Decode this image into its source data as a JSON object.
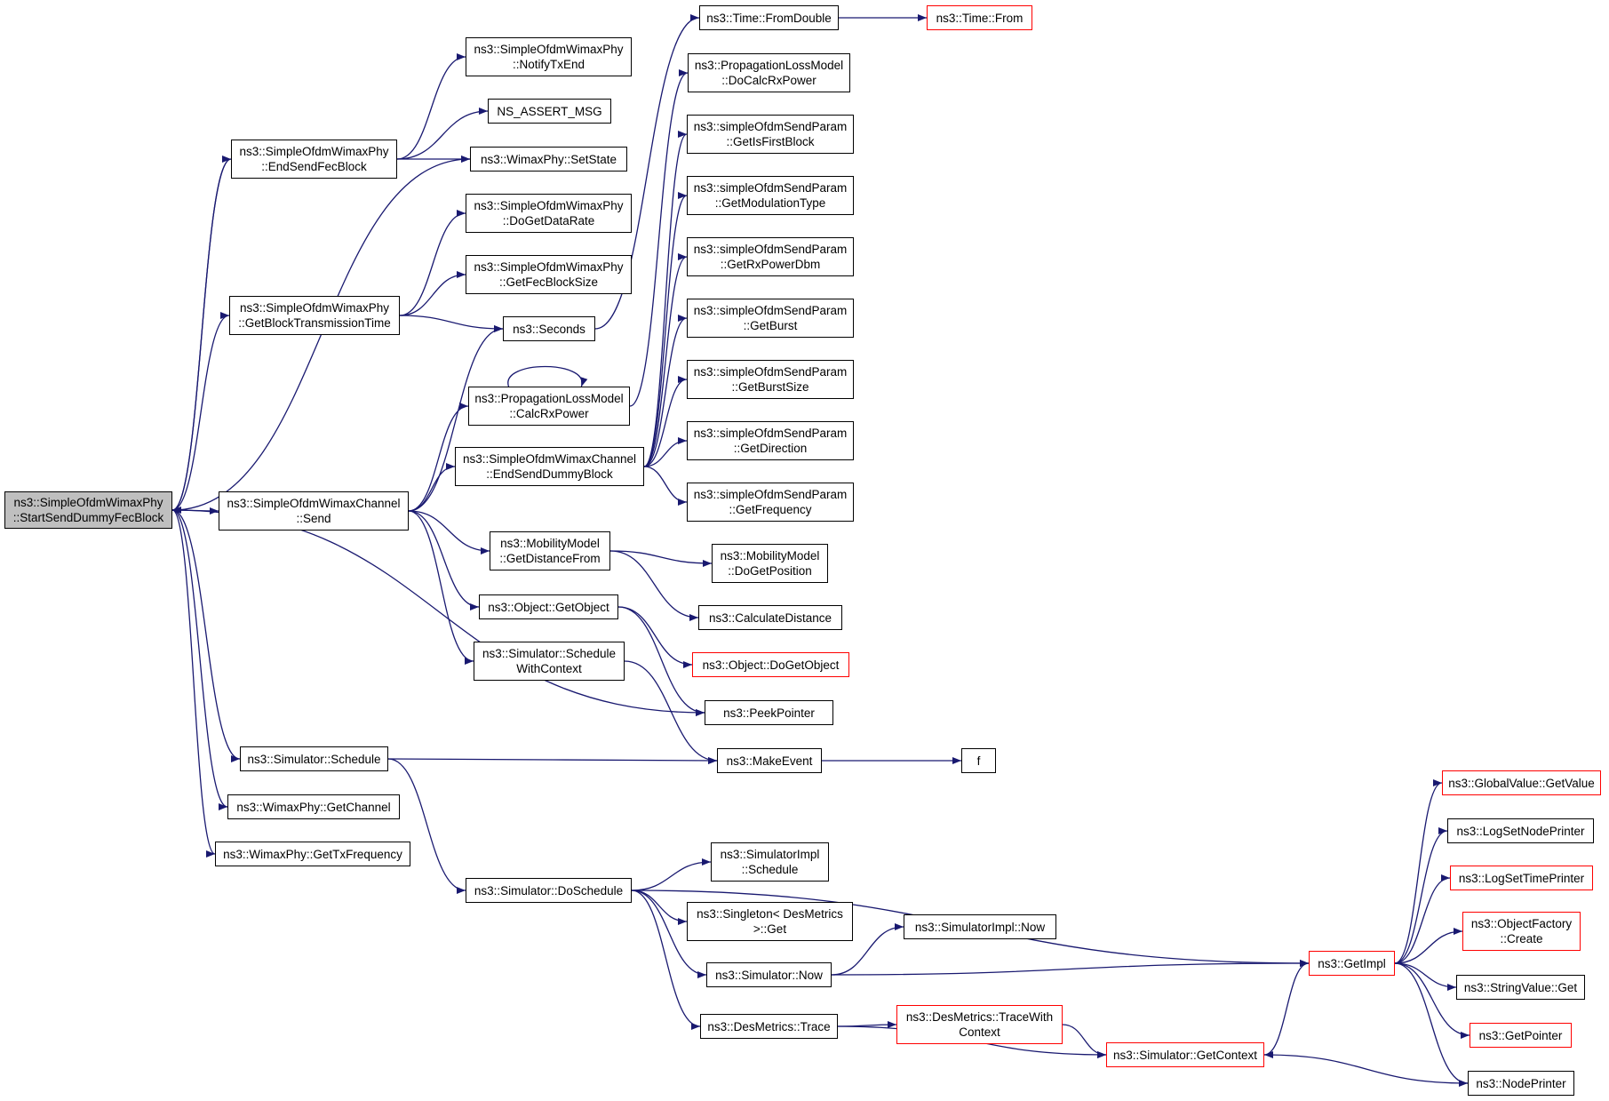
{
  "colors": {
    "edge": "#191970",
    "node_border": "#000000",
    "truncated_border": "#ff0000",
    "root_fill": "#bfbfbf",
    "background": "#ffffff"
  },
  "nodes": [
    {
      "id": "root",
      "lines": [
        "ns3::SimpleOfdmWimaxPhy",
        "::StartSendDummyFecBlock"
      ],
      "style": "root"
    },
    {
      "id": "endSendFec",
      "lines": [
        "ns3::SimpleOfdmWimaxPhy",
        "::EndSendFecBlock"
      ]
    },
    {
      "id": "getBlockTx",
      "lines": [
        "ns3::SimpleOfdmWimaxPhy",
        "::GetBlockTransmissionTime"
      ]
    },
    {
      "id": "channelSend",
      "lines": [
        "ns3::SimpleOfdmWimaxChannel",
        "::Send"
      ]
    },
    {
      "id": "simSchedule",
      "lines": [
        "ns3::Simulator::Schedule"
      ]
    },
    {
      "id": "getChannel",
      "lines": [
        "ns3::WimaxPhy::GetChannel"
      ]
    },
    {
      "id": "getTxFreq",
      "lines": [
        "ns3::WimaxPhy::GetTxFrequency"
      ]
    },
    {
      "id": "notifyTxEnd",
      "lines": [
        "ns3::SimpleOfdmWimaxPhy",
        "::NotifyTxEnd"
      ]
    },
    {
      "id": "nsAssert",
      "lines": [
        "NS_ASSERT_MSG"
      ]
    },
    {
      "id": "setState",
      "lines": [
        "ns3::WimaxPhy::SetState"
      ]
    },
    {
      "id": "doGetDataRate",
      "lines": [
        "ns3::SimpleOfdmWimaxPhy",
        "::DoGetDataRate"
      ]
    },
    {
      "id": "getFecBlockSize",
      "lines": [
        "ns3::SimpleOfdmWimaxPhy",
        "::GetFecBlockSize"
      ]
    },
    {
      "id": "seconds",
      "lines": [
        "ns3::Seconds"
      ]
    },
    {
      "id": "calcRxPower",
      "lines": [
        "ns3::PropagationLossModel",
        "::CalcRxPower"
      ]
    },
    {
      "id": "endSendDummy",
      "lines": [
        "ns3::SimpleOfdmWimaxChannel",
        "::EndSendDummyBlock"
      ]
    },
    {
      "id": "getDistanceFrom",
      "lines": [
        "ns3::MobilityModel",
        "::GetDistanceFrom"
      ]
    },
    {
      "id": "getObject",
      "lines": [
        "ns3::Object::GetObject"
      ]
    },
    {
      "id": "scheduleWithContext",
      "lines": [
        "ns3::Simulator::Schedule",
        "WithContext"
      ]
    },
    {
      "id": "doSchedule",
      "lines": [
        "ns3::Simulator::DoSchedule"
      ]
    },
    {
      "id": "fromDouble",
      "lines": [
        "ns3::Time::FromDouble"
      ]
    },
    {
      "id": "timeFrom",
      "lines": [
        "ns3::Time::From"
      ],
      "style": "trunc"
    },
    {
      "id": "doCalcRxPower",
      "lines": [
        "ns3::PropagationLossModel",
        "::DoCalcRxPower"
      ]
    },
    {
      "id": "getIsFirstBlock",
      "lines": [
        "ns3::simpleOfdmSendParam",
        "::GetIsFirstBlock"
      ]
    },
    {
      "id": "getModulationType",
      "lines": [
        "ns3::simpleOfdmSendParam",
        "::GetModulationType"
      ]
    },
    {
      "id": "getRxPowerDbm",
      "lines": [
        "ns3::simpleOfdmSendParam",
        "::GetRxPowerDbm"
      ]
    },
    {
      "id": "getBurst",
      "lines": [
        "ns3::simpleOfdmSendParam",
        "::GetBurst"
      ]
    },
    {
      "id": "getBurstSize",
      "lines": [
        "ns3::simpleOfdmSendParam",
        "::GetBurstSize"
      ]
    },
    {
      "id": "getDirection",
      "lines": [
        "ns3::simpleOfdmSendParam",
        "::GetDirection"
      ]
    },
    {
      "id": "getFrequency",
      "lines": [
        "ns3::simpleOfdmSendParam",
        "::GetFrequency"
      ]
    },
    {
      "id": "doGetPosition",
      "lines": [
        "ns3::MobilityModel",
        "::DoGetPosition"
      ]
    },
    {
      "id": "calcDistance",
      "lines": [
        "ns3::CalculateDistance"
      ]
    },
    {
      "id": "doGetObject",
      "lines": [
        "ns3::Object::DoGetObject"
      ],
      "style": "trunc"
    },
    {
      "id": "peekPointer",
      "lines": [
        "ns3::PeekPointer"
      ]
    },
    {
      "id": "makeEvent",
      "lines": [
        "ns3::MakeEvent"
      ]
    },
    {
      "id": "f",
      "lines": [
        "f"
      ]
    },
    {
      "id": "implSchedule",
      "lines": [
        "ns3::SimulatorImpl",
        "::Schedule"
      ]
    },
    {
      "id": "singletonGet",
      "lines": [
        "ns3::Singleton< DesMetrics",
        ">::Get"
      ]
    },
    {
      "id": "simNow",
      "lines": [
        "ns3::Simulator::Now"
      ]
    },
    {
      "id": "desTrace",
      "lines": [
        "ns3::DesMetrics::Trace"
      ]
    },
    {
      "id": "implNow",
      "lines": [
        "ns3::SimulatorImpl::Now"
      ]
    },
    {
      "id": "traceWithContext",
      "lines": [
        "ns3::DesMetrics::TraceWith",
        "Context"
      ],
      "style": "trunc"
    },
    {
      "id": "getContext",
      "lines": [
        "ns3::Simulator::GetContext"
      ],
      "style": "trunc"
    },
    {
      "id": "getImpl",
      "lines": [
        "ns3::GetImpl"
      ],
      "style": "trunc"
    },
    {
      "id": "globalGetValue",
      "lines": [
        "ns3::GlobalValue::GetValue"
      ],
      "style": "trunc"
    },
    {
      "id": "logSetNodePrinter",
      "lines": [
        "ns3::LogSetNodePrinter"
      ]
    },
    {
      "id": "logSetTimePrinter",
      "lines": [
        "ns3::LogSetTimePrinter"
      ],
      "style": "trunc"
    },
    {
      "id": "objectFactoryCreate",
      "lines": [
        "ns3::ObjectFactory",
        "::Create"
      ],
      "style": "trunc"
    },
    {
      "id": "stringValueGet",
      "lines": [
        "ns3::StringValue::Get"
      ]
    },
    {
      "id": "getPointer",
      "lines": [
        "ns3::GetPointer"
      ],
      "style": "trunc"
    },
    {
      "id": "nodePrinter",
      "lines": [
        "ns3::NodePrinter"
      ]
    }
  ],
  "edges": [
    [
      "root",
      "endSendFec"
    ],
    [
      "root",
      "getBlockTx"
    ],
    [
      "root",
      "channelSend"
    ],
    [
      "root",
      "simSchedule"
    ],
    [
      "root",
      "getChannel"
    ],
    [
      "root",
      "getTxFreq"
    ],
    [
      "root",
      "setState"
    ],
    [
      "root",
      "peekPointer"
    ],
    [
      "endSendFec",
      "notifyTxEnd"
    ],
    [
      "endSendFec",
      "nsAssert"
    ],
    [
      "endSendFec",
      "setState"
    ],
    [
      "endSendFec",
      "root"
    ],
    [
      "getBlockTx",
      "doGetDataRate"
    ],
    [
      "getBlockTx",
      "getFecBlockSize"
    ],
    [
      "getBlockTx",
      "seconds"
    ],
    [
      "channelSend",
      "seconds"
    ],
    [
      "channelSend",
      "calcRxPower"
    ],
    [
      "channelSend",
      "endSendDummy"
    ],
    [
      "channelSend",
      "getDistanceFrom"
    ],
    [
      "channelSend",
      "getObject"
    ],
    [
      "channelSend",
      "scheduleWithContext"
    ],
    [
      "seconds",
      "fromDouble"
    ],
    [
      "fromDouble",
      "timeFrom"
    ],
    [
      "calcRxPower",
      "calcRxPower"
    ],
    [
      "calcRxPower",
      "doCalcRxPower"
    ],
    [
      "endSendDummy",
      "getIsFirstBlock"
    ],
    [
      "endSendDummy",
      "getModulationType"
    ],
    [
      "endSendDummy",
      "getRxPowerDbm"
    ],
    [
      "endSendDummy",
      "getBurst"
    ],
    [
      "endSendDummy",
      "getBurstSize"
    ],
    [
      "endSendDummy",
      "getDirection"
    ],
    [
      "endSendDummy",
      "getFrequency"
    ],
    [
      "getDistanceFrom",
      "doGetPosition"
    ],
    [
      "getDistanceFrom",
      "calcDistance"
    ],
    [
      "getObject",
      "doGetObject"
    ],
    [
      "getObject",
      "peekPointer"
    ],
    [
      "scheduleWithContext",
      "makeEvent"
    ],
    [
      "simSchedule",
      "makeEvent"
    ],
    [
      "simSchedule",
      "doSchedule"
    ],
    [
      "makeEvent",
      "f"
    ],
    [
      "doSchedule",
      "getImpl"
    ],
    [
      "doSchedule",
      "implSchedule"
    ],
    [
      "doSchedule",
      "singletonGet"
    ],
    [
      "doSchedule",
      "simNow"
    ],
    [
      "doSchedule",
      "desTrace"
    ],
    [
      "simNow",
      "implNow"
    ],
    [
      "simNow",
      "getImpl"
    ],
    [
      "desTrace",
      "traceWithContext"
    ],
    [
      "desTrace",
      "getContext"
    ],
    [
      "traceWithContext",
      "getContext"
    ],
    [
      "getContext",
      "getImpl"
    ],
    [
      "getImpl",
      "globalGetValue"
    ],
    [
      "getImpl",
      "logSetNodePrinter"
    ],
    [
      "getImpl",
      "logSetTimePrinter"
    ],
    [
      "getImpl",
      "objectFactoryCreate"
    ],
    [
      "getImpl",
      "stringValueGet"
    ],
    [
      "getImpl",
      "getPointer"
    ],
    [
      "getImpl",
      "nodePrinter"
    ],
    [
      "nodePrinter",
      "getContext"
    ]
  ]
}
